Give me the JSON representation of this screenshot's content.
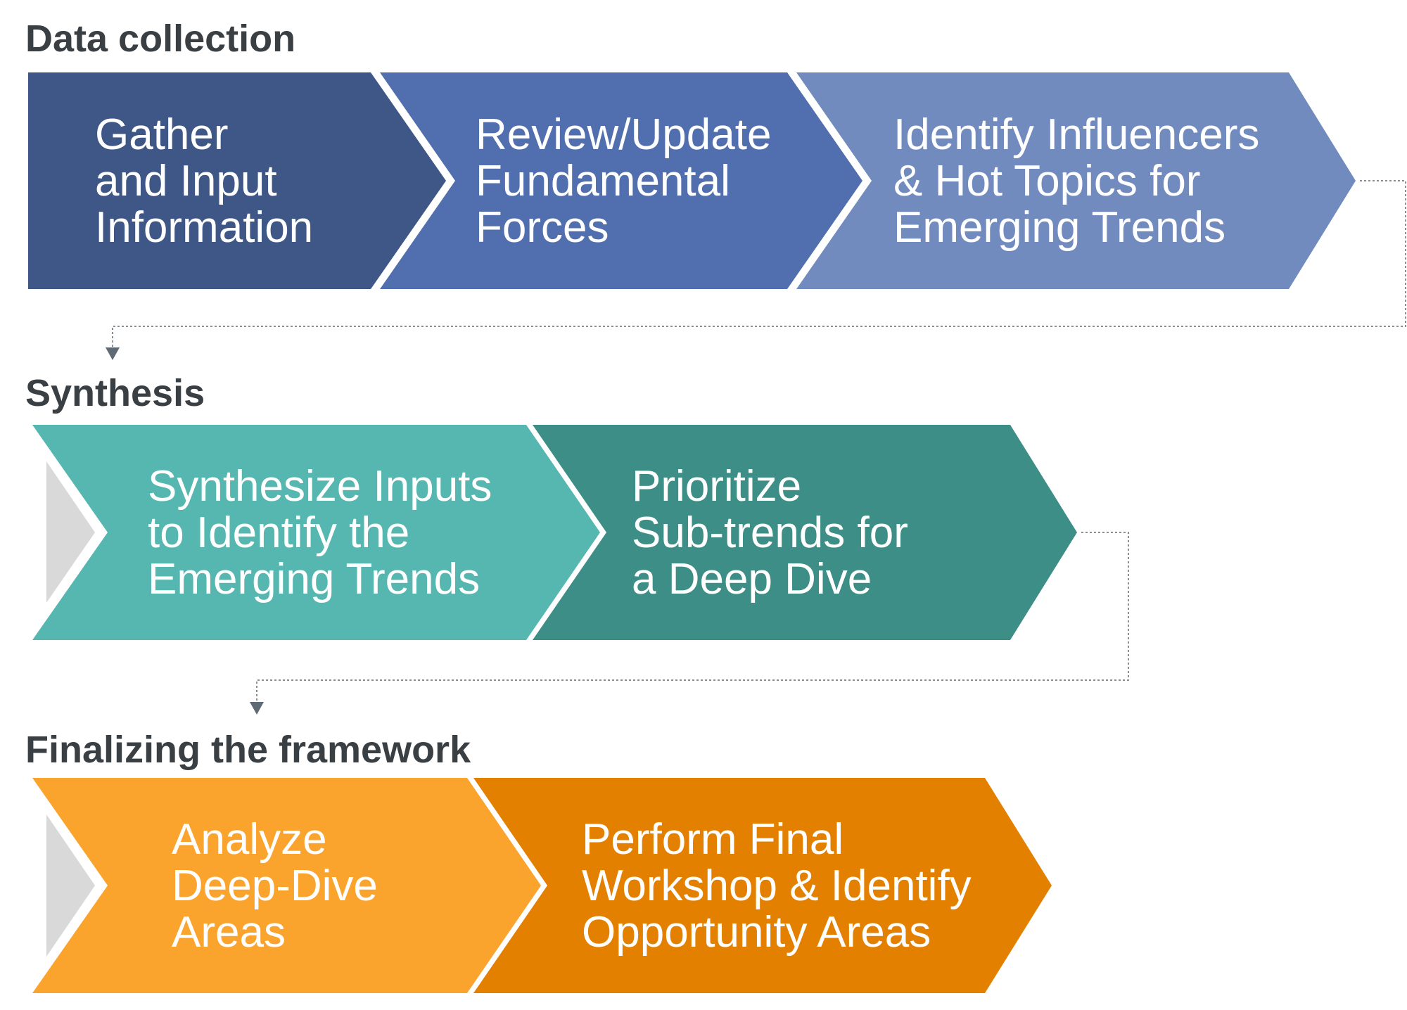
{
  "sections": [
    {
      "title": "Data collection",
      "steps": [
        {
          "lines": [
            "Gather",
            "and Input",
            "Information"
          ],
          "color": "#3f5787"
        },
        {
          "lines": [
            "Review/Update",
            "Fundamental",
            "Forces"
          ],
          "color": "#516fae"
        },
        {
          "lines": [
            "Identify Influencers",
            "& Hot Topics for",
            "Emerging Trends"
          ],
          "color": "#728bbf"
        }
      ]
    },
    {
      "title": "Synthesis",
      "steps": [
        {
          "lines": [
            "Synthesize Inputs",
            "to Identify the",
            "Emerging Trends"
          ],
          "color": "#55b7b0"
        },
        {
          "lines": [
            "Prioritize",
            "Sub-trends for",
            "a Deep Dive"
          ],
          "color": "#3d8e86"
        }
      ]
    },
    {
      "title": "Finalizing the framework",
      "steps": [
        {
          "lines": [
            "Analyze",
            "Deep-Dive",
            "Areas"
          ],
          "color": "#fba42d"
        },
        {
          "lines": [
            "Perform Final",
            "Workshop & Identify",
            "Opportunity Areas"
          ],
          "color": "#e38000"
        }
      ]
    }
  ],
  "colors": {
    "title": "#3a3f44",
    "text": "#ffffff",
    "connector": "#8a8f94",
    "arrowhead": "#5f6a75",
    "notch": "#d9d9d9"
  }
}
